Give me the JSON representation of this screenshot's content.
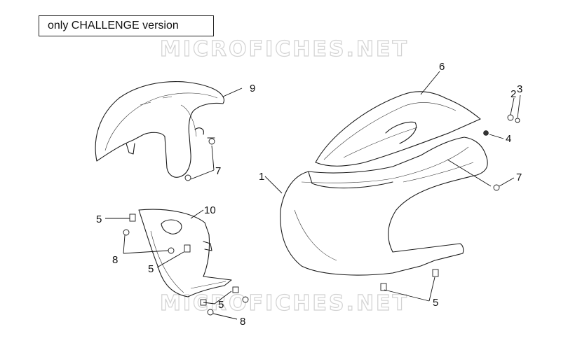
{
  "note": "only CHALLENGE version",
  "watermark": "MICROFICHES.NET",
  "callouts": {
    "c1": "1",
    "c2": "2",
    "c3": "3",
    "c4": "4",
    "c5a": "5",
    "c5b": "5",
    "c5c": "5",
    "c5d": "5",
    "c6": "6",
    "c7a": "7",
    "c7b": "7",
    "c8a": "8",
    "c8b": "8",
    "c9": "9",
    "c10": "10"
  }
}
